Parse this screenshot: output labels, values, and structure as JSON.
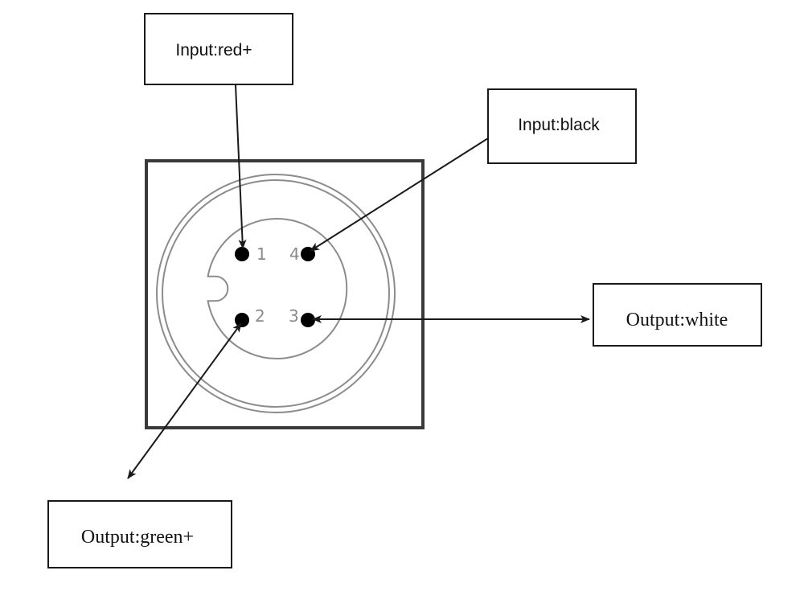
{
  "labels": {
    "input_red": "Input:red+",
    "input_black": "Input:black",
    "output_white": "Output:white",
    "output_green": "Output:green+"
  },
  "pins": [
    {
      "id": "pin-1",
      "number": "1"
    },
    {
      "id": "pin-2",
      "number": "2"
    },
    {
      "id": "pin-3",
      "number": "3"
    },
    {
      "id": "pin-4",
      "number": "4"
    }
  ],
  "colors": {
    "stroke": "#1a1a1a",
    "frame": "#3a3a3a",
    "ring": "#8c8c8c",
    "pin_label": "#8a8a8a"
  }
}
